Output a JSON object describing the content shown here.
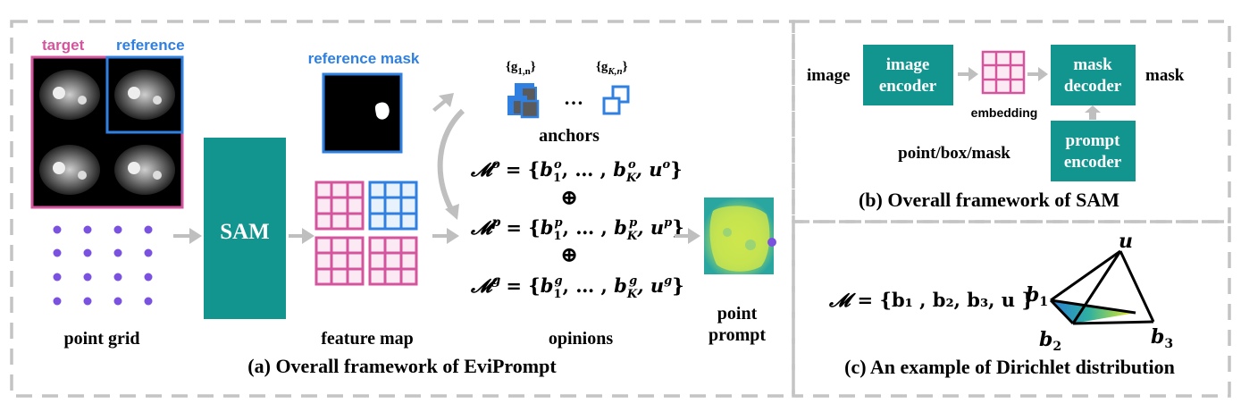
{
  "panel_a": {
    "caption": "(a) Overall framework of  EviPrompt",
    "target_label": "target",
    "reference_label": "reference",
    "point_grid_label": "point grid",
    "sam_label": "SAM",
    "reference_mask_label": "reference mask",
    "feature_map_label": "feature map",
    "anchor_left": "{g",
    "anchor_left_sub": "1,n",
    "anchor_right": "{g",
    "anchor_right_sub": "K,n",
    "anchor_close": "}",
    "ellipsis": "…",
    "anchors_label": "anchors",
    "opinions_label": "opinions",
    "oplus": "⊕",
    "opinion_o": {
      "lhs": "𝓜",
      "sup": "o",
      "rhs": "= {",
      "b1": "b",
      "b1_sub": "1",
      "b1_sup": "o",
      "mid": ", … , ",
      "bk": "b",
      "bk_sub": "K",
      "bk_sup": "o",
      "u": ", u",
      "u_sup": "o",
      "end": "}"
    },
    "opinion_p": {
      "lhs": "𝓜",
      "sup": "p",
      "rhs": "= {",
      "b1": "b",
      "b1_sub": "1",
      "b1_sup": "p",
      "mid": ", … , ",
      "bk": "b",
      "bk_sub": "K",
      "bk_sup": "p",
      "u": ", u",
      "u_sup": "p",
      "end": "}"
    },
    "opinion_g": {
      "lhs": "𝓜",
      "sup": "g",
      "rhs": "= {",
      "b1": "b",
      "b1_sub": "1",
      "b1_sup": "g",
      "mid": ", … , ",
      "bk": "b",
      "bk_sub": "K",
      "bk_sup": "g",
      "u": ", u",
      "u_sup": "g",
      "end": "}"
    },
    "point_prompt_line1": "point",
    "point_prompt_line2": "prompt"
  },
  "panel_b": {
    "caption": "(b) Overall framework of SAM",
    "image_label": "image",
    "image_encoder_line1": "image",
    "image_encoder_line2": "encoder",
    "embedding_label": "embedding",
    "mask_decoder_line1": "mask",
    "mask_decoder_line2": "decoder",
    "mask_label": "mask",
    "prompt_types": "point/box/mask",
    "prompt_encoder_line1": "prompt",
    "prompt_encoder_line2": "encoder"
  },
  "panel_c": {
    "caption": "(c) An example of Dirichlet distribution",
    "formula_lhs": "𝓜",
    "formula_rhs": "= {b₁ , b₂, b₃, u }",
    "vertex_u": "u",
    "vertex_b1": "b",
    "vertex_b1_sub": "1",
    "vertex_b2": "b",
    "vertex_b2_sub": "2",
    "vertex_b3": "b",
    "vertex_b3_sub": "3"
  },
  "colors": {
    "teal": "#13958f",
    "pink": "#d4559e",
    "blue": "#2f80e0",
    "purple": "#7b52e0",
    "arrow_gray": "#bfbfbf",
    "dash_gray": "#c4c4c4"
  }
}
